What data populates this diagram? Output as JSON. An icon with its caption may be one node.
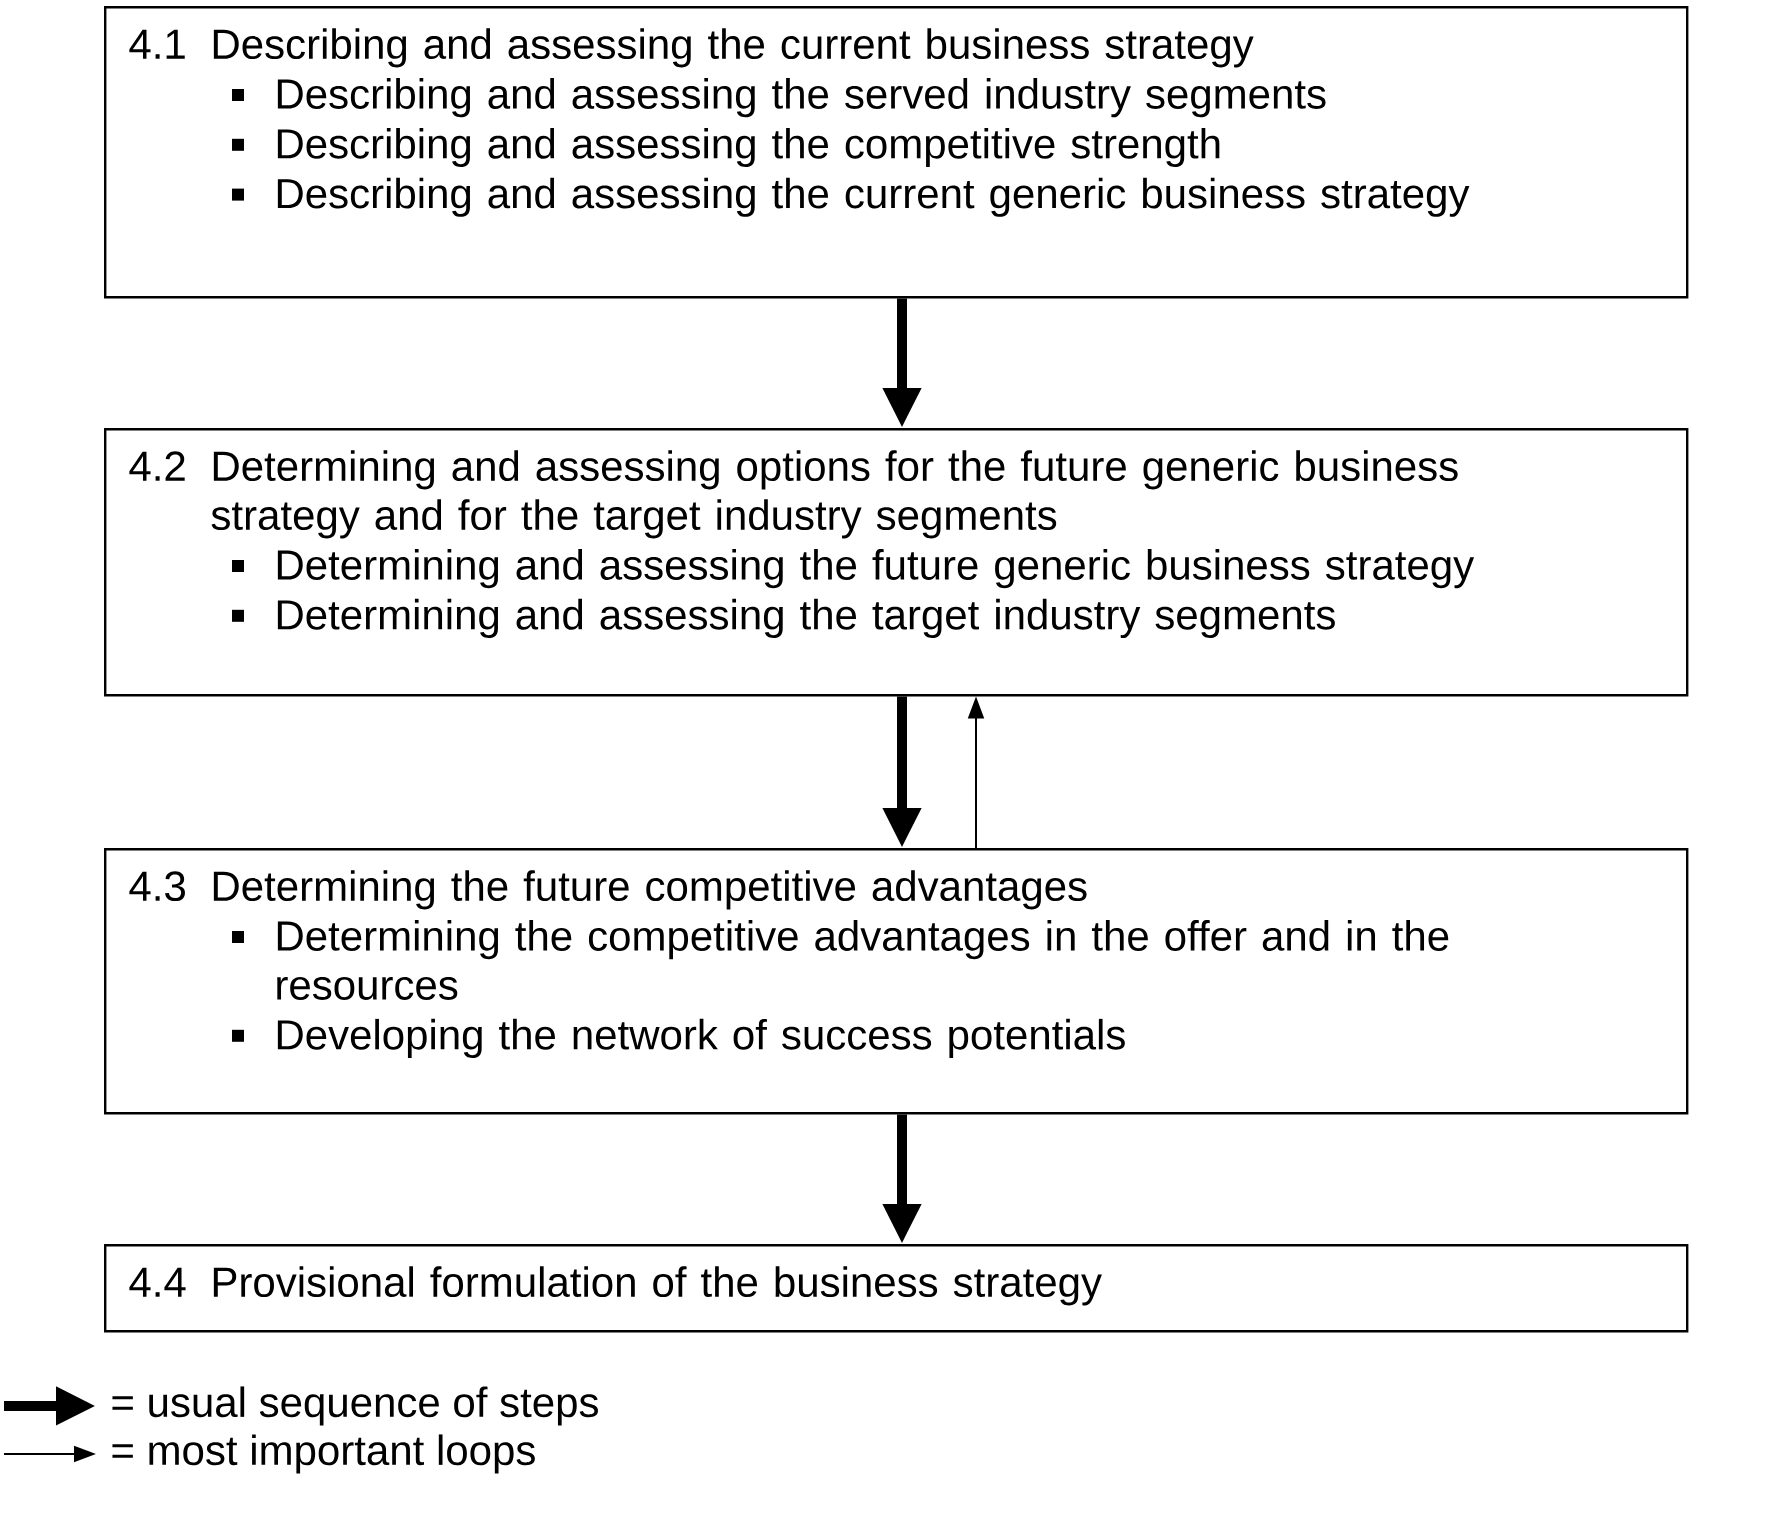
{
  "diagram": {
    "nodes": [
      {
        "text": [
          "4.1",
          "Describing and assessing the current business strategy",
          "Describing and assessing the served industry segments",
          "Describing and assessing the competitive strength",
          "Describing and assessing the current generic business strategy"
        ]
      },
      {
        "text": [
          "4.2",
          "Determining and assessing options for the future generic business strategy and for the target industry segments",
          "Determining and assessing the future generic business strategy",
          "Determining and assessing the target industry segments"
        ]
      },
      {
        "text": [
          "4.3",
          "Determining the future competitive advantages",
          "Determining the competitive advantages in the offer and in the resources",
          "Developing the network of success potentials"
        ]
      },
      {
        "text": [
          "4.4",
          "Provisional formulation of the business strategy"
        ]
      }
    ],
    "edges": [
      {
        "from": 0,
        "to": 1,
        "arrow": "to"
      },
      {
        "from": 1,
        "to": 2,
        "arrow": "to"
      },
      {
        "from": 2,
        "to": 1,
        "arrow": "to"
      },
      {
        "from": 2,
        "to": 3,
        "arrow": "to"
      }
    ],
    "legend": [
      {
        "text": "= usual sequence of steps"
      },
      {
        "text": "= most important loops"
      }
    ]
  }
}
